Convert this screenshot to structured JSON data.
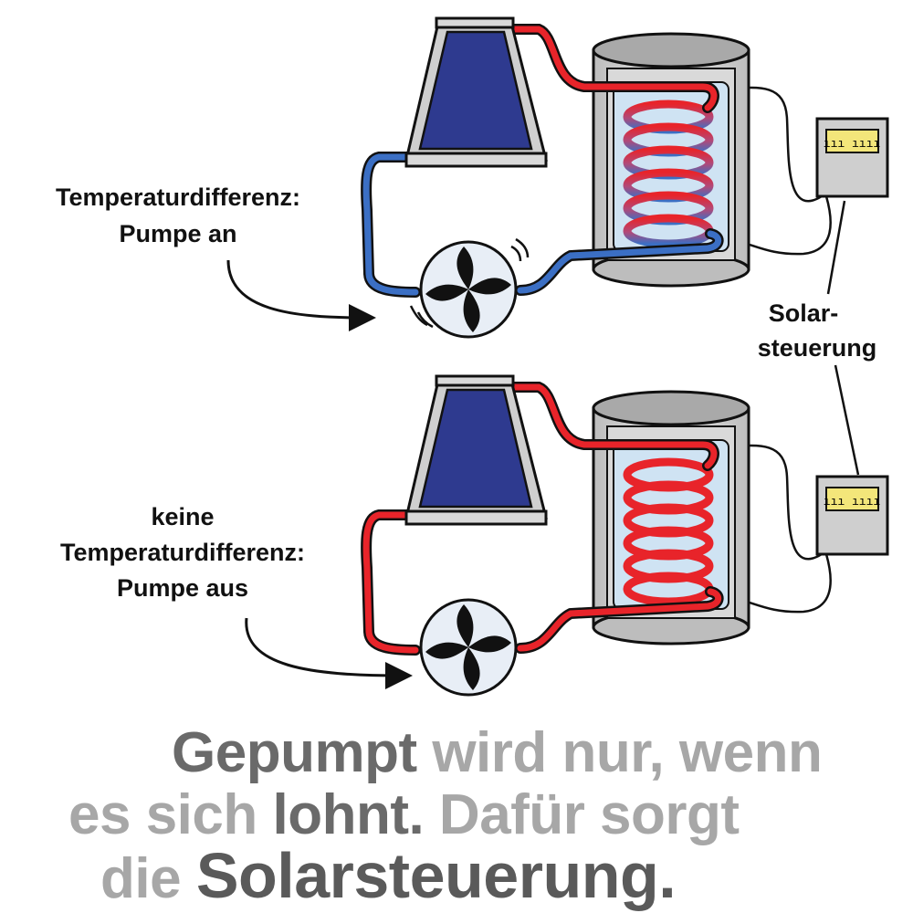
{
  "colors": {
    "hot_pipe": "#e8242a",
    "cold_pipe": "#3b6fc4",
    "panel": "#2e3a8f",
    "tank_water": "#cfe3f3",
    "tank_shell": "#c9c9c9",
    "caption_light": "#a7a7a7",
    "caption_dark": "#6a6a6a"
  },
  "labels": {
    "top": {
      "line1": "Temperaturdifferenz:",
      "line2": "Pumpe an"
    },
    "bottom": {
      "line1": "keine",
      "line2": "Temperaturdifferenz:",
      "line3": "Pumpe aus"
    },
    "controller": {
      "line1": "Solar-",
      "line2": "steuerung"
    },
    "display_text": "ııı ıııı"
  },
  "caption": {
    "l1_a": "Gepumpt",
    "l1_b": " wird nur, wenn",
    "l2_a": "es sich ",
    "l2_b": "lohnt.",
    "l2_c": " Dafür sorgt",
    "l3_a": "die ",
    "l3_b": "Solarsteuerung."
  },
  "icons": {
    "pump": "pump-fan-icon",
    "collector": "solar-collector-icon",
    "tank": "storage-tank-icon",
    "controller": "solar-controller-icon"
  }
}
